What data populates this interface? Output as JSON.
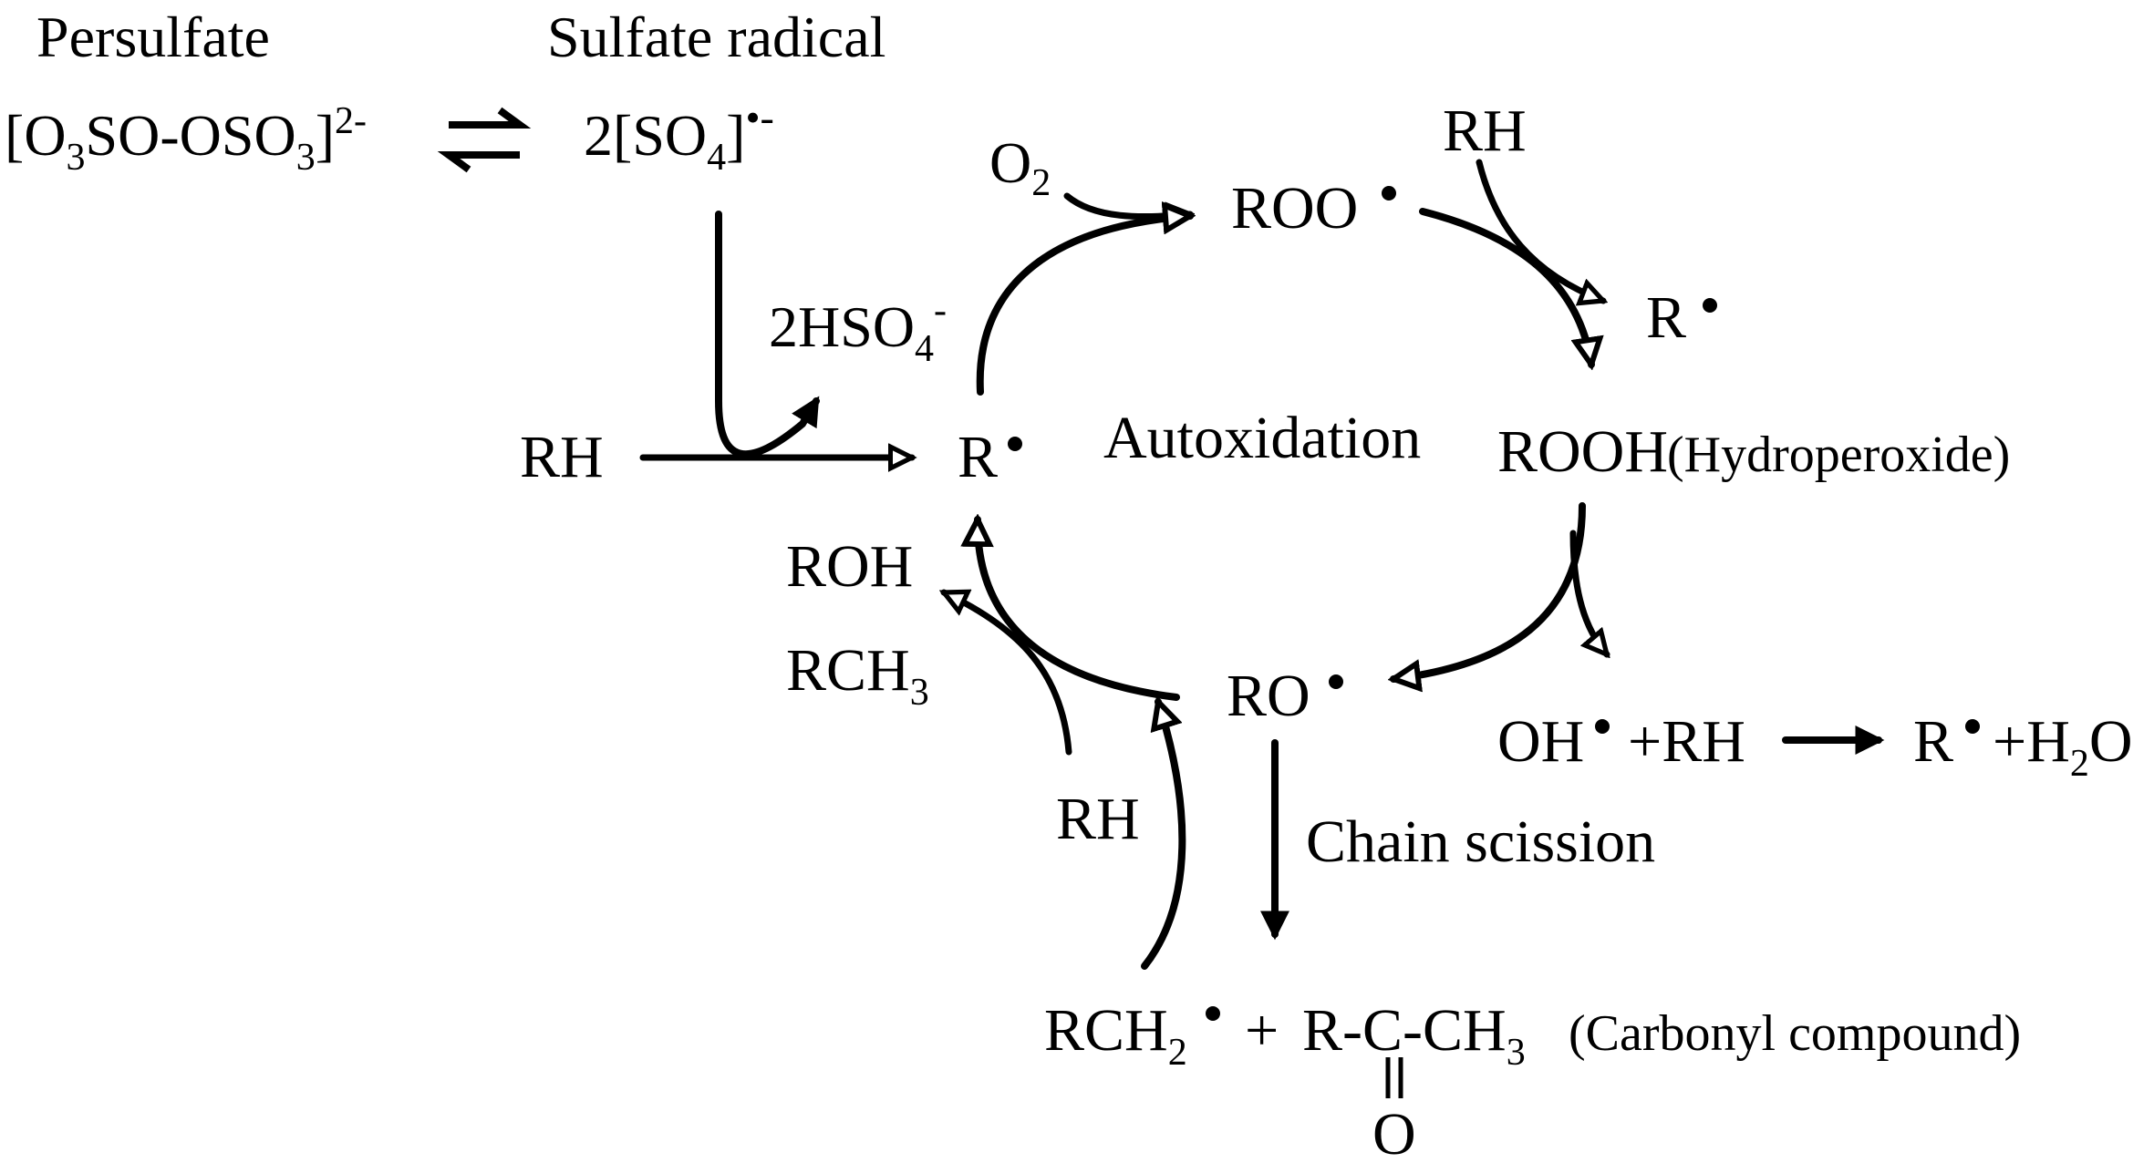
{
  "persulfate": {
    "title": "Persulfate",
    "formula": {
      "open": "[O",
      "s1": "3",
      "mid": "SO-OSO",
      "s2": "3",
      "close": "]",
      "charge": "2-"
    }
  },
  "sulfate_radical": {
    "title": "Sulfate radical",
    "formula": {
      "text": "2[SO",
      "sub": "4",
      "close": "]",
      "charge": "•-"
    }
  },
  "byproduct": {
    "text": "2HSO",
    "sub": "4",
    "charge": "-"
  },
  "oxygen": {
    "text": "O",
    "sub": "2"
  },
  "species": {
    "rh_left": "RH",
    "r_center": "R",
    "roo": "ROO",
    "rh_top": "RH",
    "r_top_right": "R",
    "rooh": "ROOH",
    "ro": "RO",
    "roh": "ROH",
    "rch3": {
      "text": "RCH",
      "sub": "3"
    },
    "rh_bottom": "RH",
    "oh": "OH",
    "plus_rh": "+RH",
    "r_product": "R",
    "plus_h2o": {
      "text": "+H",
      "sub": "2",
      "tail": "O"
    },
    "rch2": {
      "text": "RCH",
      "sub": "2"
    },
    "plus": "+",
    "ketone": {
      "text": "R-C-CH",
      "sub": "3"
    },
    "carbonyl_o": "O"
  },
  "labels": {
    "autoxidation": "Autoxidation",
    "hydroperoxide": "(Hydroperoxide)",
    "chain_scission": "Chain scission",
    "carbonyl": "(Carbonyl compound)"
  }
}
